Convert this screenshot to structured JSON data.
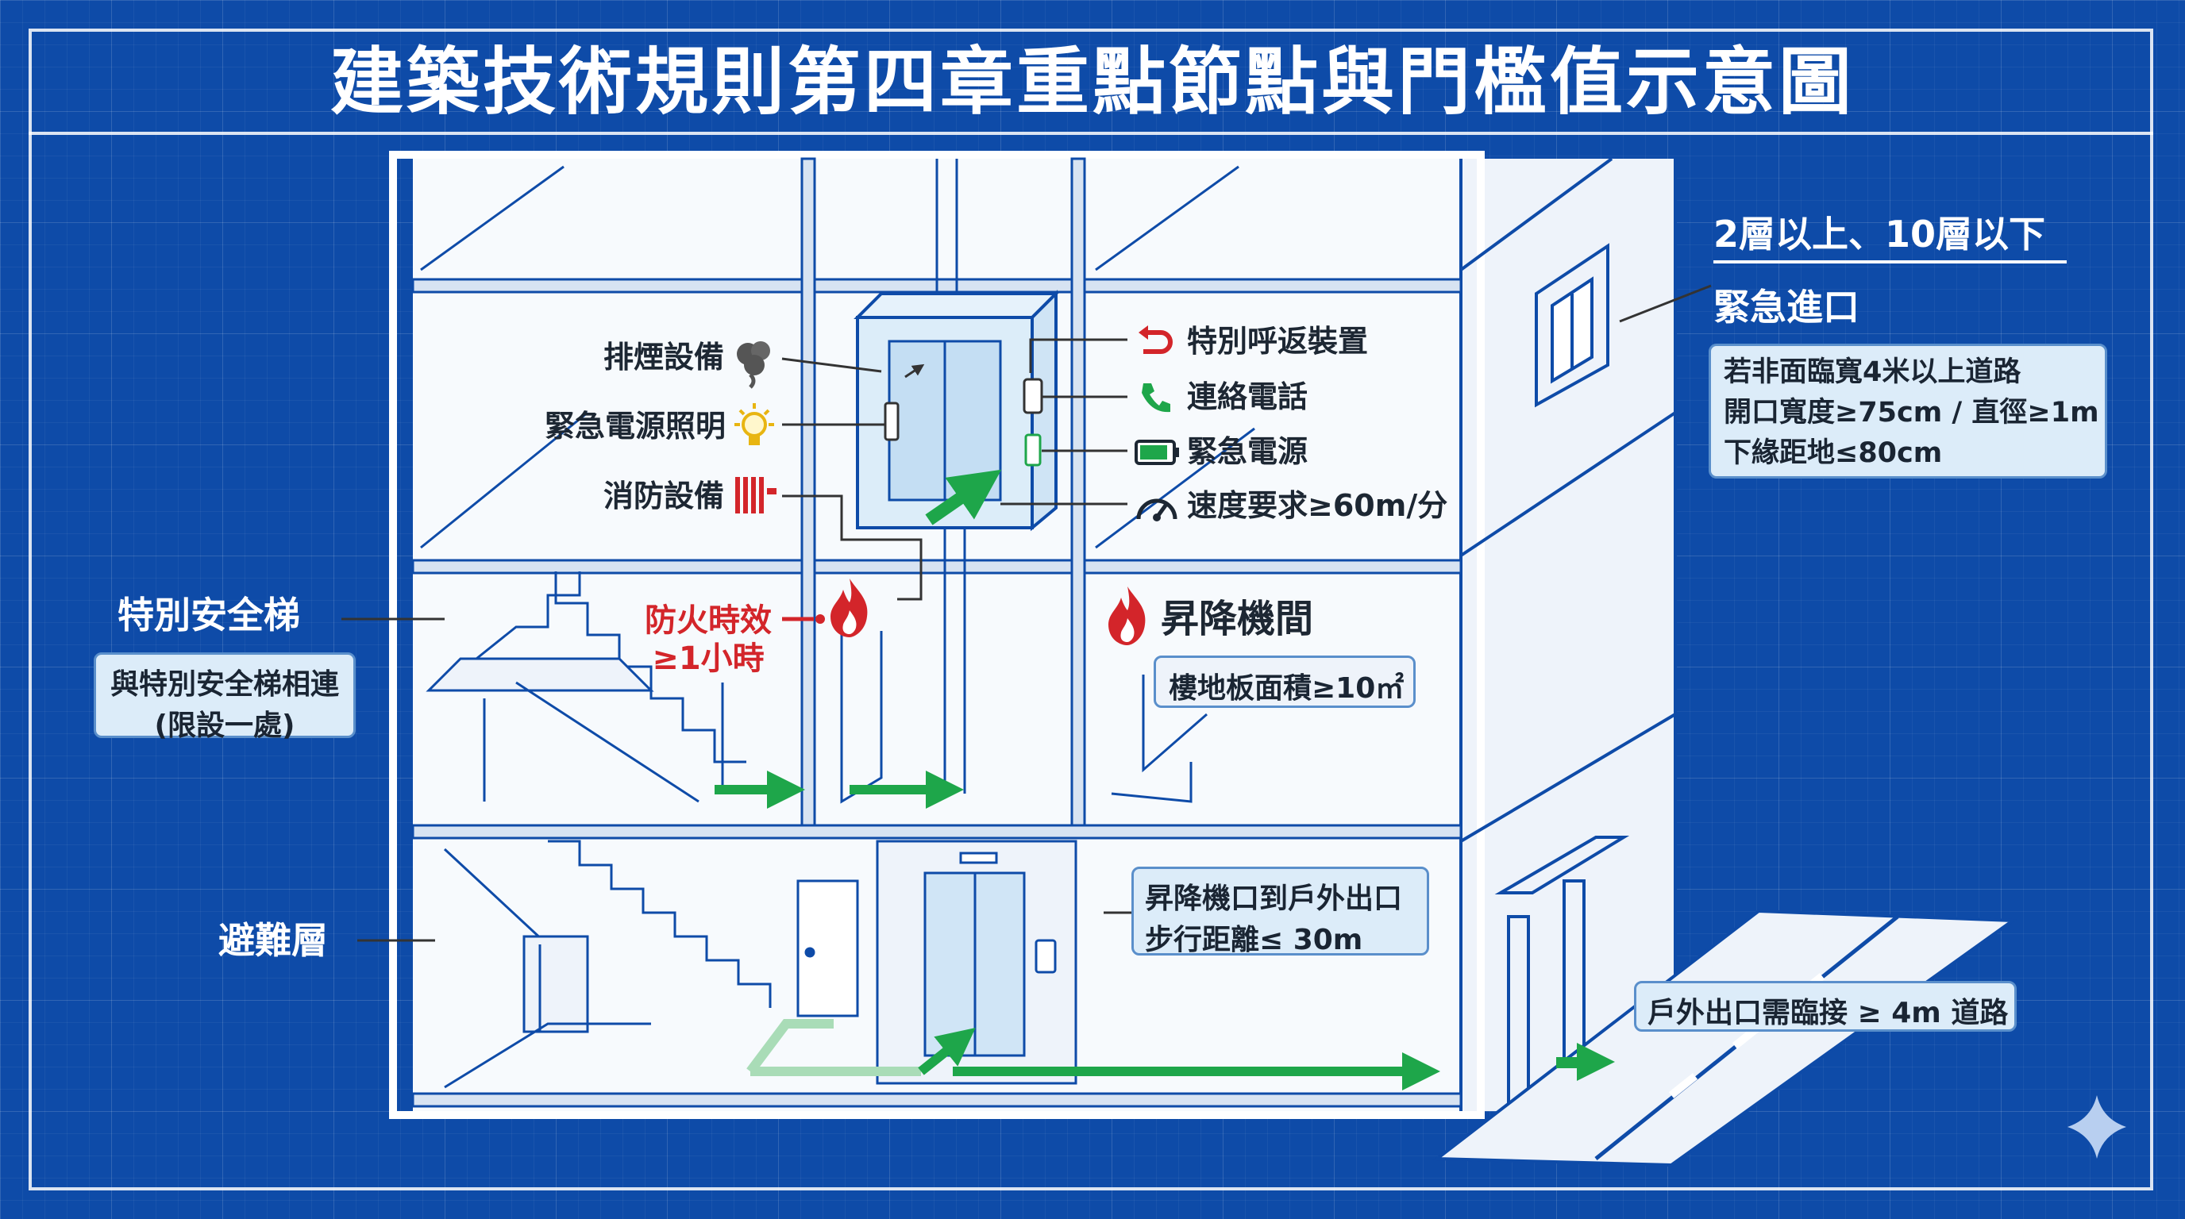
{
  "title": "建築技術規則第四章重點節點與門檻值示意圖",
  "elevator_labels": {
    "smoke": "排煙設備",
    "emergency_light": "緊急電源照明",
    "fire_equipment": "消防設備",
    "special_return": "特別呼返裝置",
    "phone": "連絡電話",
    "emergency_power": "緊急電源",
    "speed": "速度要求≥60m/分"
  },
  "fire_rating": {
    "line1": "防火時效",
    "line2": "≥1小時"
  },
  "lobby": {
    "title": "昇降機間",
    "area": "樓地板面積≥10㎡"
  },
  "stair": {
    "title": "特別安全梯",
    "line1": "與特別安全梯相連",
    "line2": "(限設一處)"
  },
  "refuge": {
    "title": "避難層"
  },
  "walk": {
    "line1": "昇降機口到戶外出口",
    "line2": "步行距離≤ 30m"
  },
  "road": {
    "text": "戶外出口需臨接 ≥ 4m 道路"
  },
  "entrance": {
    "floors": "2層以上、10層以下",
    "title": "緊急進口",
    "line1": "若非面臨寬4米以上道路",
    "line2": "開口寬度≥75cm / 直徑≥1m",
    "line3": "下緣距地≤80cm"
  },
  "colors": {
    "blue_bg": "#0e4ba8",
    "arrow_green": "#1ea64a",
    "fire_red": "#d3252a"
  }
}
